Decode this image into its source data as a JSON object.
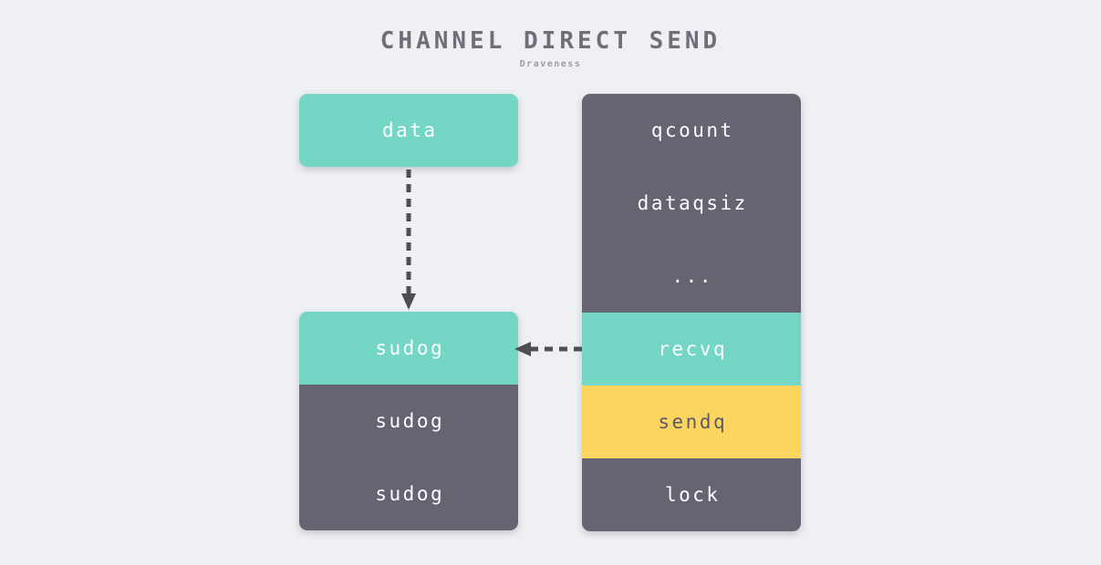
{
  "header": {
    "title": "CHANNEL DIRECT SEND",
    "subtitle": "Draveness"
  },
  "colors": {
    "background": "#eef0f3",
    "teal": "#74d6c4",
    "dark": "#676472",
    "yellow": "#fcd55e",
    "arrow": "#4e4e57",
    "title_text": "#6f6f7a",
    "subtitle_text": "#9c9ca6"
  },
  "data_box": {
    "label": "data"
  },
  "sudog_box": {
    "header": "sudog",
    "rows": [
      {
        "label": "sudog"
      },
      {
        "label": "sudog"
      }
    ]
  },
  "hchan_box": {
    "rows": [
      {
        "label": "qcount",
        "variant": "dark"
      },
      {
        "label": "dataqsiz",
        "variant": "dark"
      },
      {
        "label": "...",
        "variant": "dark"
      },
      {
        "label": "recvq",
        "variant": "teal"
      },
      {
        "label": "sendq",
        "variant": "yellow"
      },
      {
        "label": "lock",
        "variant": "dark"
      }
    ]
  },
  "arrows": [
    {
      "name": "data-to-sudog",
      "direction": "down",
      "style": "dashed"
    },
    {
      "name": "recvq-to-sudog",
      "direction": "left",
      "style": "dashed"
    }
  ]
}
